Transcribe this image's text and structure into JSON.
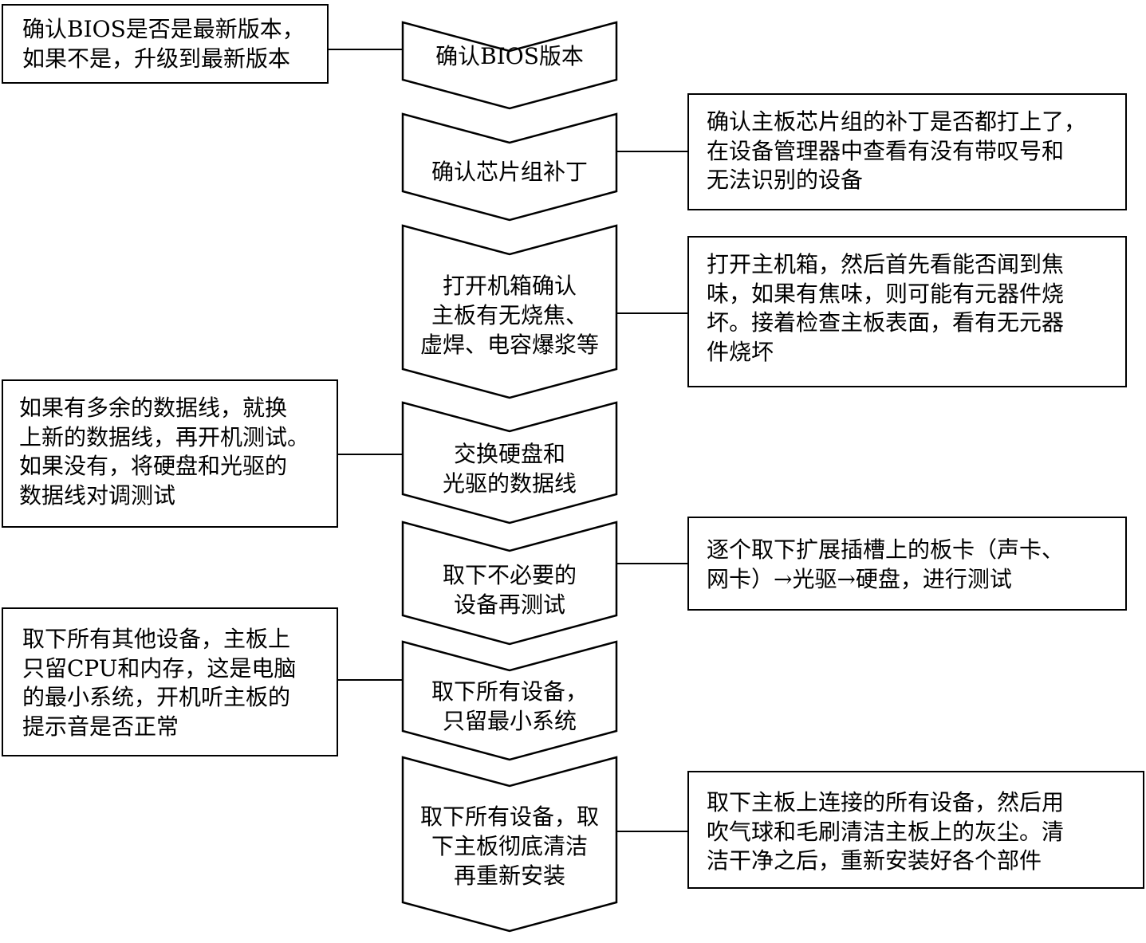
{
  "steps": [
    "确认BIOS版本",
    "确认芯片组补丁",
    "打开机箱确认\n主板有无烧焦、\n虚焊、电容爆浆等",
    "交换硬盘和\n光驱的数据线",
    "取下不必要的\n设备再测试",
    "取下所有设备，\n只留最小系统",
    "取下所有设备，取\n下主板彻底清洁\n再重新安装"
  ],
  "notes": [
    "确认BIOS是否是最新版本，\n如果不是，升级到最新版本",
    "确认主板芯片组的补丁是否都打上了，\n在设备管理器中查看有没有带叹号和\n无法识别的设备",
    "打开主机箱，然后首先看能否闻到焦\n味，如果有焦味，则可能有元器件烧\n坏。接着检查主板表面，看有无元器\n件烧坏",
    "如果有多余的数据线，就换\n上新的数据线，再开机测试。\n如果没有，将硬盘和光驱的\n数据线对调测试",
    "逐个取下扩展插槽上的板卡（声卡、\n网卡）→光驱→硬盘，进行测试",
    "取下所有其他设备，主板上\n只留CPU和内存，这是电脑\n的最小系统，开机听主板的\n提示音是否正常",
    "取下主板上连接的所有设备，然后用\n吹气球和毛刷清洁主板上的灰尘。清\n洁干净之后，重新安装好各个部件"
  ]
}
